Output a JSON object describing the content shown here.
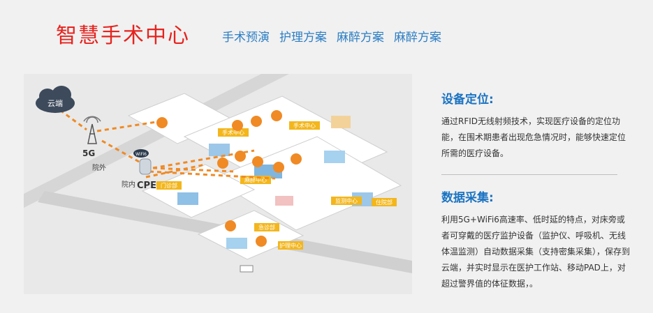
{
  "header": {
    "title": "智慧手术中心",
    "nav": [
      "手术预演",
      "护理方案",
      "麻醉方案",
      "麻醉方案"
    ]
  },
  "illustration": {
    "cloud_label": "云端",
    "tower_label": "5G",
    "outside_label": "院外",
    "inside_label": "院内",
    "cpe_label": "CPE",
    "wifi_badge": "WiFi6",
    "room_signs": [
      "手术中心",
      "手术中心",
      "麻醉中心",
      "监测中心",
      "住院部",
      "门诊部",
      "急诊部",
      "护理中心"
    ]
  },
  "info": {
    "sections": [
      {
        "title": "设备定位:",
        "body": "通过RFID无线射频技术，实现医疗设备的定位功能，在围术期患者出现危急情况时，能够快速定位所需的医疗设备。"
      },
      {
        "title": "数据采集:",
        "body": "利用5G+WiFi6高速率、低时延的特点，对床旁或者可穿戴的医疗监护设备（监护仪、呼吸机、无线体温监测）自动数据采集（支持密集采集），保存到云端，并实时显示在医护工作站、移动PAD上，对超过警界值的体征数据，。"
      }
    ]
  },
  "colors": {
    "title_red": "#e6231e",
    "nav_blue": "#2c7ec4",
    "section_blue": "#1b73c2",
    "signal_orange": "#f08a24",
    "sign_yellow": "#f3b61c"
  }
}
